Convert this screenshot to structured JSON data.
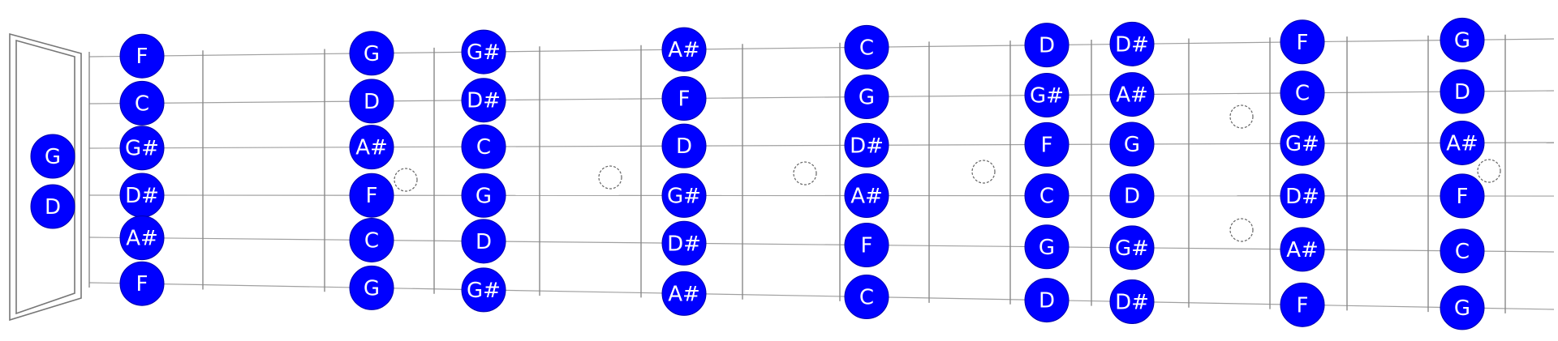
{
  "diagram": {
    "colors": {
      "note_fill": "#0000ff",
      "note_stroke": "#0000aa",
      "note_text": "#ffffff",
      "lines": "#999999"
    },
    "open_strings": [
      "G",
      "D"
    ],
    "strings": [
      [
        "F",
        "G",
        "G#",
        "A#",
        "C",
        "D",
        "D#",
        "F",
        "G"
      ],
      [
        "C",
        "D",
        "D#",
        "F",
        "G",
        "G#",
        "A#",
        "C",
        "D"
      ],
      [
        "G#",
        "A#",
        "C",
        "D",
        "D#",
        "F",
        "G",
        "G#",
        "A#"
      ],
      [
        "D#",
        "F",
        "G",
        "G#",
        "A#",
        "C",
        "D",
        "D#",
        "F"
      ],
      [
        "A#",
        "C",
        "D",
        "D#",
        "F",
        "G",
        "G#",
        "A#",
        "C"
      ],
      [
        "F",
        "G",
        "G#",
        "A#",
        "C",
        "D",
        "D#",
        "F",
        "G"
      ]
    ]
  }
}
